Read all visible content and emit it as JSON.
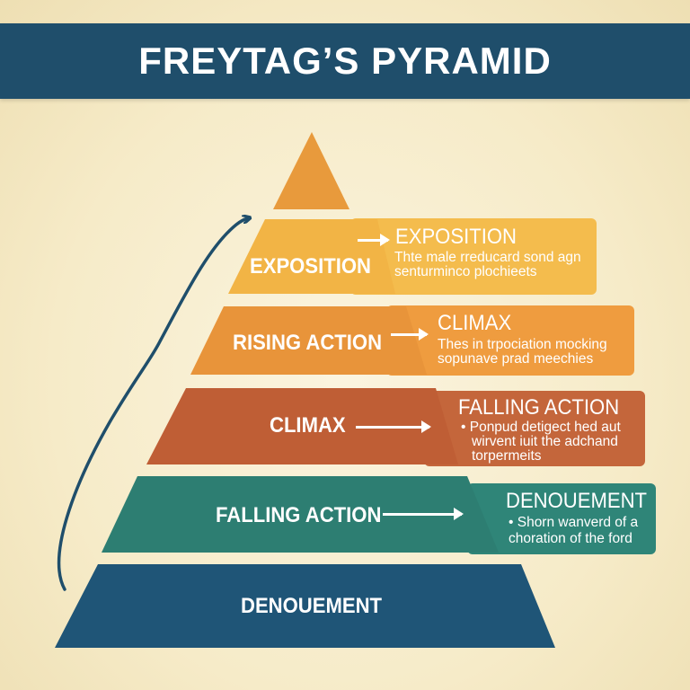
{
  "title": "FREYTAG’S PYRAMID",
  "colors": {
    "title_bar": "#1f4e6b",
    "apex": "#e89a3c",
    "tier_1": "#f2b445",
    "tier_2": "#e8943a",
    "tier_3": "#bf5e35",
    "tier_4": "#2d7e72",
    "tier_5": "#1f5577",
    "curve_arrow": "#1f4e6b"
  },
  "tiers": [
    {
      "label": "EXPOSITION",
      "callout_title": "EXPOSITION",
      "callout_lines": [
        "Thte male rreducard sond agn",
        "senturminco plochieets"
      ]
    },
    {
      "label": "RISING ACTION",
      "callout_title": "CLIMAX",
      "callout_lines": [
        "Thes in trpociation mocking",
        "sopunave prad meechies"
      ]
    },
    {
      "label": "CLIMAX",
      "callout_title": "FALLING ACTION",
      "callout_lines": [
        "• Ponpud detigect hed aut",
        "wirvent iuit the adchand",
        "torpermeits"
      ]
    },
    {
      "label": "FALLING ACTION",
      "callout_title": "DENOUEMENT",
      "callout_lines": [
        "• Shorn wanverd of a",
        "choration of the ford"
      ]
    },
    {
      "label": "DENOUEMENT"
    }
  ]
}
